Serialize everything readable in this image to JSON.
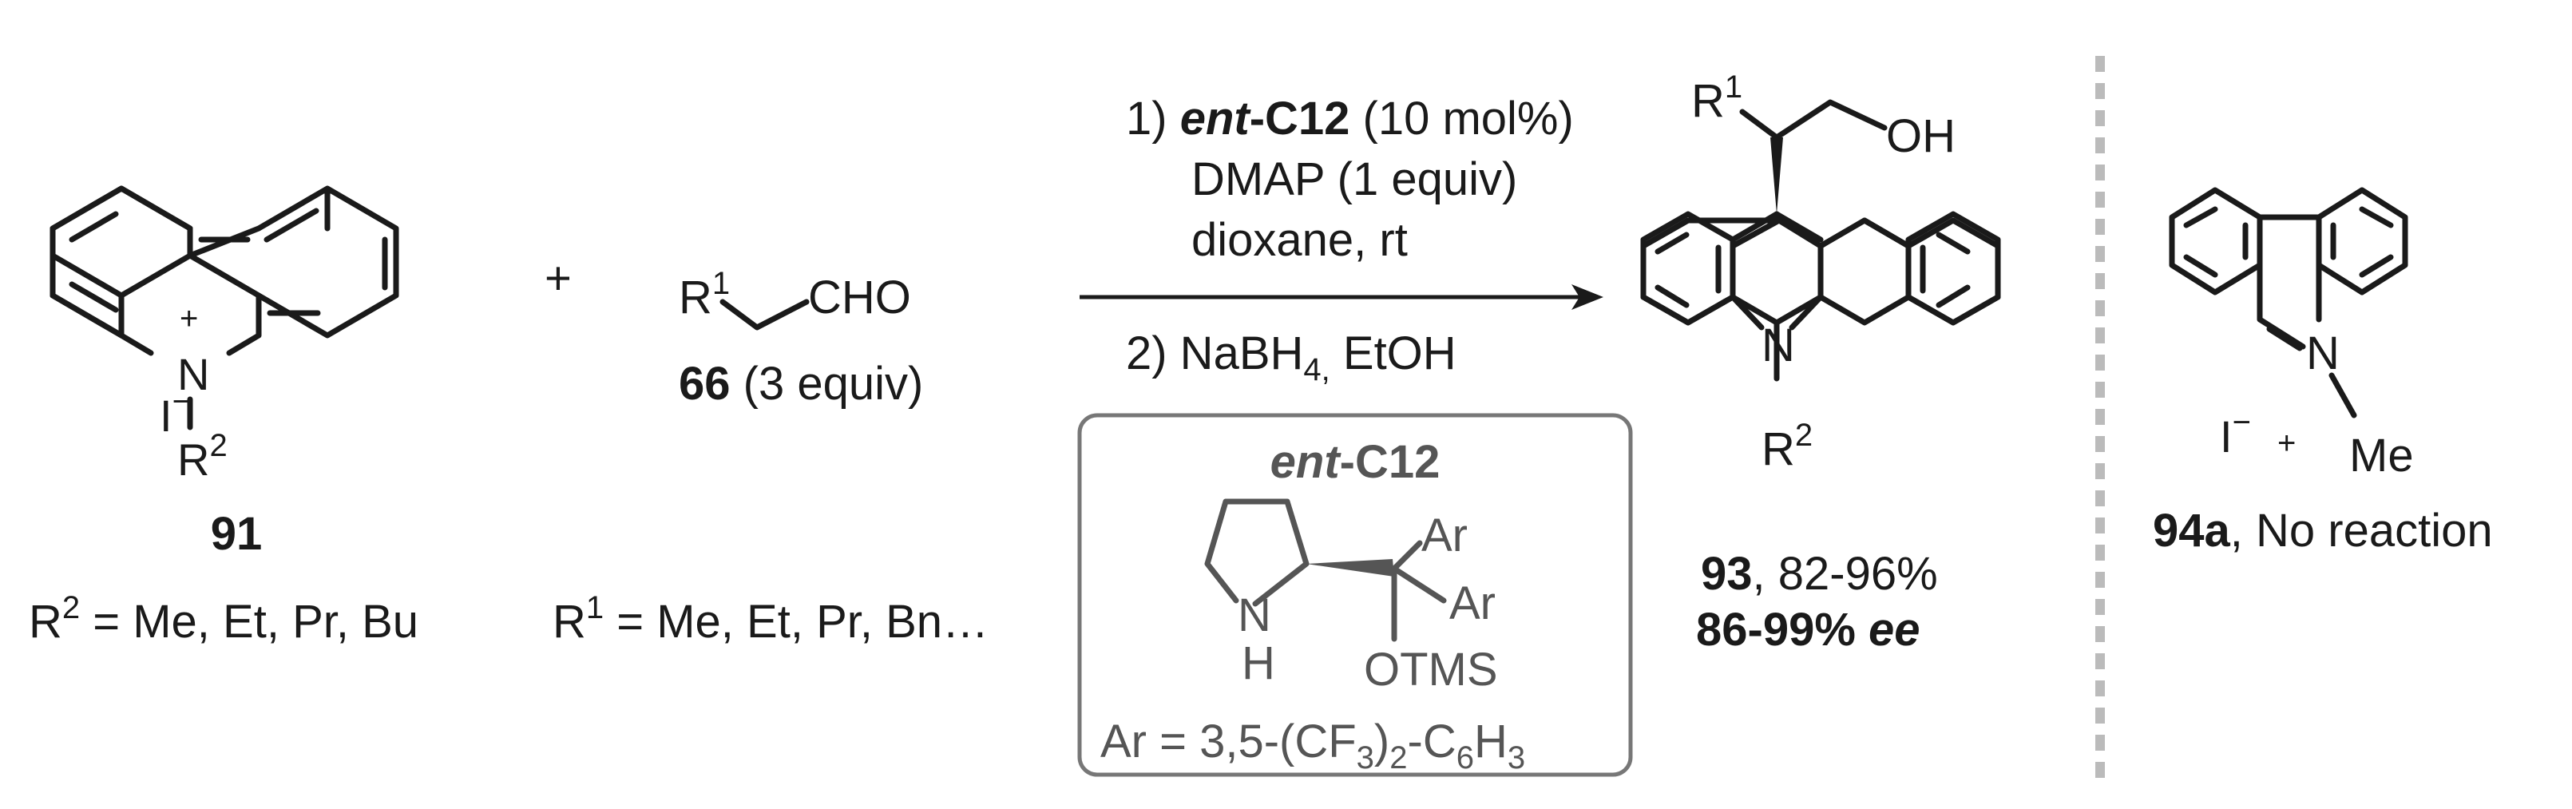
{
  "compound_91": {
    "n_plus": "+",
    "n_label": "N",
    "counterion": "I",
    "counterion_charge": "−",
    "r2_label": "R",
    "r2_sup": "2",
    "id": "91",
    "scope_r": "R",
    "scope_sup": "2",
    "scope_text": " = Me, Et, Pr, Bu"
  },
  "plus_sign": "+",
  "aldehyde_66": {
    "r1_label": "R",
    "r1_sup": "1",
    "cho_label": "CHO",
    "id": "66",
    "equiv": " (3 equiv)",
    "scope_r": "R",
    "scope_sup": "1",
    "scope_text": " = Me, Et, Pr, Bn…"
  },
  "conditions": {
    "step1_num": "1) ",
    "step1_cat": "ent",
    "step1_cat_rest": "-C12",
    "step1_loading": " (10 mol%)",
    "step1_dmap": "DMAP (1 equiv)",
    "step1_solvent": "dioxane, rt",
    "step2_start": "2) NaBH",
    "step2_sub": "4,",
    "step2_end": " EtOH"
  },
  "catalyst": {
    "title_ent": "ent",
    "title_rest": "-C12",
    "ar_top": "Ar",
    "ar_right": "Ar",
    "nh_n": "N",
    "nh_h": "H",
    "otms": "OTMS",
    "ar_def_start": "Ar = 3,5-(CF",
    "ar_def_sub1": "3",
    "ar_def_mid": ")",
    "ar_def_sub2": "2",
    "ar_def_mid2": "-C",
    "ar_def_sub3": "6",
    "ar_def_h": "H",
    "ar_def_sub4": "3"
  },
  "product_93": {
    "r1_label": "R",
    "r1_sup": "1",
    "oh_label": "OH",
    "n_label": "N",
    "r2_label": "R",
    "r2_sup": "2",
    "id": "93",
    "yield": ", 82-96%",
    "ee_value": "86-99% ",
    "ee_unit": "ee"
  },
  "compound_94a": {
    "n_label": "N",
    "n_plus": "+",
    "me_label": "Me",
    "counterion": "I",
    "counterion_charge": "−",
    "id": "94a",
    "note": ", No reaction"
  },
  "colors": {
    "ink": "#1a1a1a",
    "catalyst_gray": "#555555",
    "box_border": "#777777",
    "divider": "#bbbbbb"
  }
}
